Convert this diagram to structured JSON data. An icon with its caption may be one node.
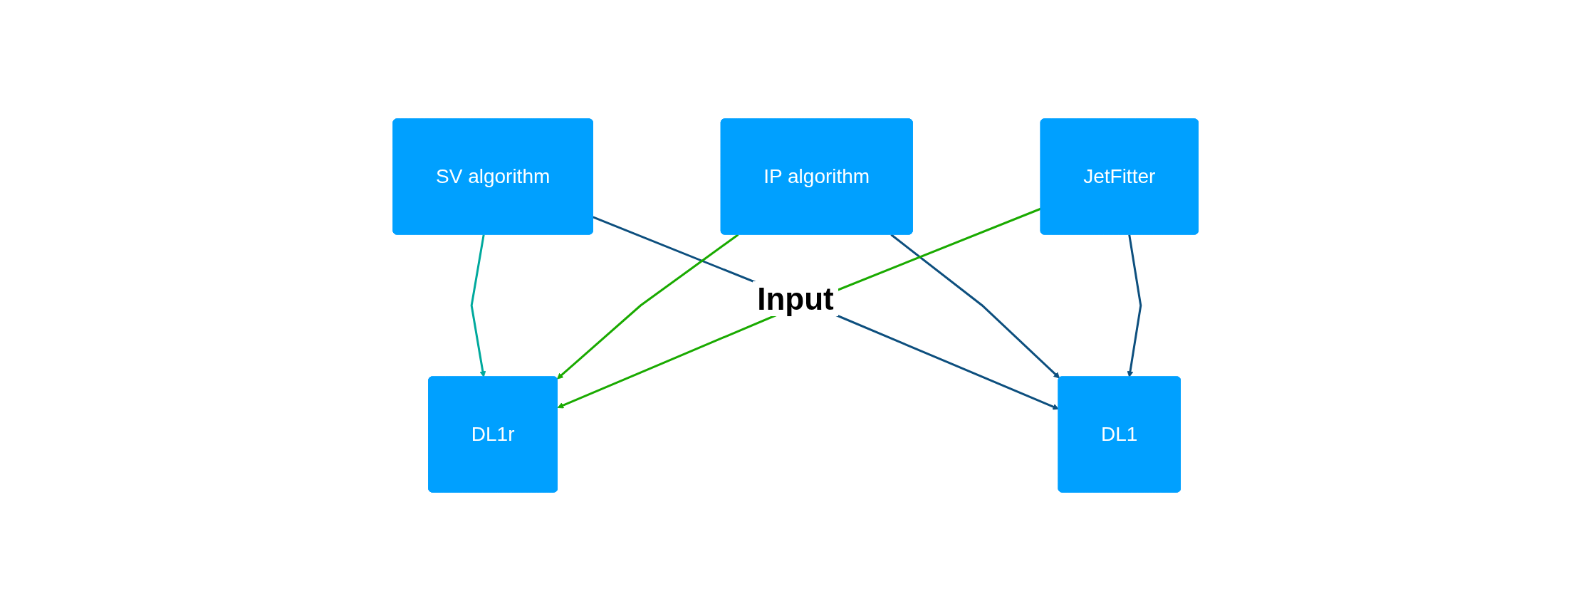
{
  "diagram": {
    "nodes": [
      {
        "text": [
          "SV algorithm"
        ]
      },
      {
        "text": [
          "IP algorithm"
        ]
      },
      {
        "text": [
          "JetFitter"
        ]
      },
      {
        "text": [
          "DL1r"
        ]
      },
      {
        "text": [
          "DL1"
        ]
      }
    ],
    "edges": [
      {
        "from": 0,
        "to": 3,
        "arrow": "to",
        "color": "#00a99d"
      },
      {
        "from": 0,
        "to": 4,
        "arrow": "to"
      },
      {
        "from": 1,
        "to": 3,
        "arrow": "to",
        "color": "#1aaa00"
      },
      {
        "from": 1,
        "to": 4,
        "arrow": "to"
      },
      {
        "from": 2,
        "to": 3,
        "arrow": "to",
        "color": "#1aaa00"
      },
      {
        "from": 2,
        "to": 4,
        "arrow": "to"
      }
    ],
    "labels": [
      "Input"
    ]
  }
}
